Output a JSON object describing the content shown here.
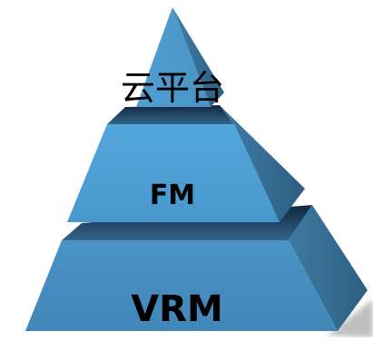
{
  "pyramid": {
    "tiers": [
      {
        "label": "云平台"
      },
      {
        "label": "FM"
      },
      {
        "label": "VRM"
      }
    ]
  },
  "colors": {
    "front_light": "#4b9fd2",
    "front_main": "#4590c2",
    "side_dark": "#3a6f93",
    "top_dark": "#1c3a55",
    "shadow": "#8c8c8c",
    "text": "#000000"
  }
}
